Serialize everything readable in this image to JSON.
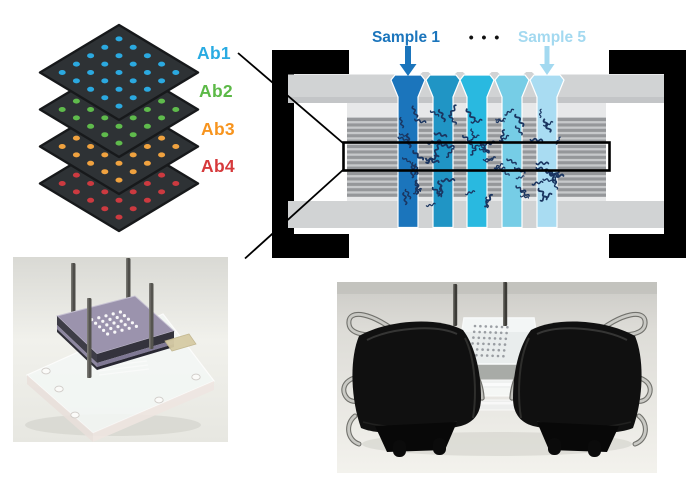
{
  "antibody_stack_panel": {
    "slides": [
      {
        "label": "Ab1",
        "label_color": "#29ABE2",
        "dot_color": "#2BA9E0"
      },
      {
        "label": "Ab2",
        "label_color": "#5CB947",
        "dot_color": "#5FBB4C"
      },
      {
        "label": "Ab3",
        "label_color": "#F7941E",
        "dot_color": "#F0A23F"
      },
      {
        "label": "Ab4",
        "label_color": "#D6393B",
        "dot_color": "#CC3A40"
      }
    ],
    "slide_color": "#2E3235",
    "spot_grid_rows": 5,
    "spot_grid_cols": 5
  },
  "flow_schematic_panel": {
    "sample1_label": {
      "text": "Sample 1",
      "color": "#1B75BC"
    },
    "ellipsis": "• • •",
    "sample5_label": {
      "text": "Sample 5",
      "color": "#A3D9F0"
    },
    "channels": [
      {
        "name": "sample-1-channel",
        "color": "#1B75BC"
      },
      {
        "name": "sample-2-channel",
        "color": "#2095C5"
      },
      {
        "name": "sample-3-channel",
        "color": "#29B9E0"
      },
      {
        "name": "sample-4-channel",
        "color": "#76CDE6"
      },
      {
        "name": "sample-5-channel",
        "color": "#A9DCF2"
      }
    ],
    "membrane_layer_count": 15,
    "molecule_color": "#1A3560",
    "clamp_color": "#000000",
    "manifold_color": "#D1D3D4",
    "membrane_stripe_color": "#95979A",
    "membrane_gap_color": "#C7C9CB"
  }
}
